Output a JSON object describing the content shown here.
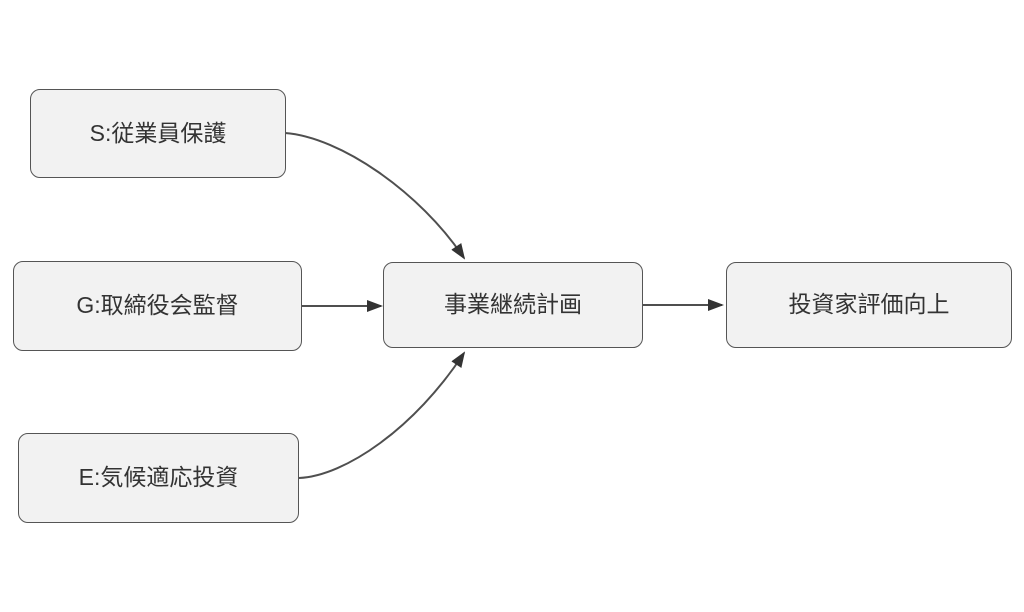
{
  "diagram": {
    "type": "flowchart",
    "direction": "left-to-right",
    "nodes": [
      {
        "id": "S",
        "label": "S:従業員保護"
      },
      {
        "id": "G",
        "label": "G:取締役会監督"
      },
      {
        "id": "E",
        "label": "E:気候適応投資"
      },
      {
        "id": "BCP",
        "label": "事業継続計画"
      },
      {
        "id": "IR",
        "label": "投資家評価向上"
      }
    ],
    "edges": [
      {
        "from": "S",
        "to": "BCP"
      },
      {
        "from": "G",
        "to": "BCP"
      },
      {
        "from": "E",
        "to": "BCP"
      },
      {
        "from": "BCP",
        "to": "IR"
      }
    ],
    "colors": {
      "background": "#ffffff",
      "node_fill": "#f2f2f2",
      "node_border": "#555555",
      "edge_line": "#4f4f4f",
      "arrowhead": "#333333",
      "text": "#333333"
    }
  }
}
